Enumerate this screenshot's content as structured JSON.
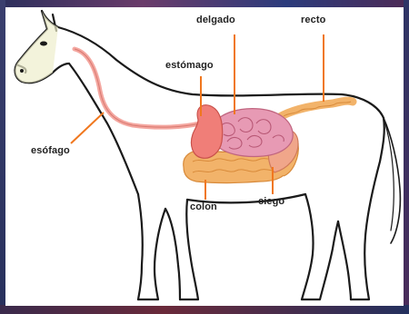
{
  "diagram": {
    "labels": {
      "delgado": "delgado",
      "recto": "recto",
      "estomago": "estómago",
      "esofago": "esófago",
      "colon": "colon",
      "ciego": "ciego"
    },
    "colors": {
      "esophagus": "#f4a7a0",
      "stomach": "#f07e78",
      "small_intestine": "#e79ab4",
      "colon": "#f2b36a",
      "leader_line": "#f0771e",
      "outline": "#1a1a1a"
    }
  }
}
